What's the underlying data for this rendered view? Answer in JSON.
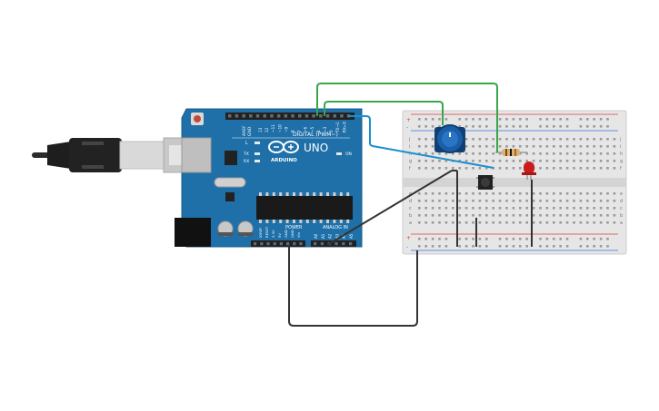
{
  "arduino": {
    "digital_label": "DIGITAL (PWM~)",
    "pin_numbers": [
      "13",
      "12",
      "~11",
      "~10",
      "~9",
      "8",
      "7",
      "~6",
      "~5",
      "4",
      "~3",
      "2",
      "TX→1",
      "RX←0"
    ],
    "uno_label": "UNO",
    "brand_label": "ARDUINO",
    "on_label": "ON",
    "tx_label": "TX",
    "rx_label": "RX",
    "l_label": "L",
    "power_label": "POWER",
    "analog_label": "ANALOG IN",
    "power_pins": [
      "IOREF",
      "RESET",
      "3.3V",
      "5V",
      "GND",
      "GND",
      "Vin"
    ],
    "analog_pins": [
      "A0",
      "A1",
      "A2",
      "A3",
      "A4",
      "A5"
    ],
    "aref_label": "AREF",
    "gnd_label": "GND"
  },
  "breadboard": {
    "row_letters_top": [
      "j",
      "i",
      "h",
      "g",
      "f"
    ],
    "row_letters_bottom": [
      "e",
      "d",
      "c",
      "b",
      "a"
    ],
    "plus": "+",
    "minus": "-"
  },
  "colors": {
    "board_blue": "#1f6fa8",
    "board_dark": "#0f4f7e",
    "wire_green": "#37a748",
    "wire_blue": "#1c8fd0",
    "wire_black": "#333333",
    "led_red": "#c91d1d",
    "pot_blue": "#1a5ea8",
    "breadboard": "#e6e6e6",
    "rail_red": "#e23b3b",
    "rail_blue": "#3b6fe2"
  },
  "components": {
    "usb_cable": "usb-cable",
    "potentiometer": "potentiometer",
    "resistor": "resistor",
    "led": "red-led",
    "pushbutton": "pushbutton"
  }
}
